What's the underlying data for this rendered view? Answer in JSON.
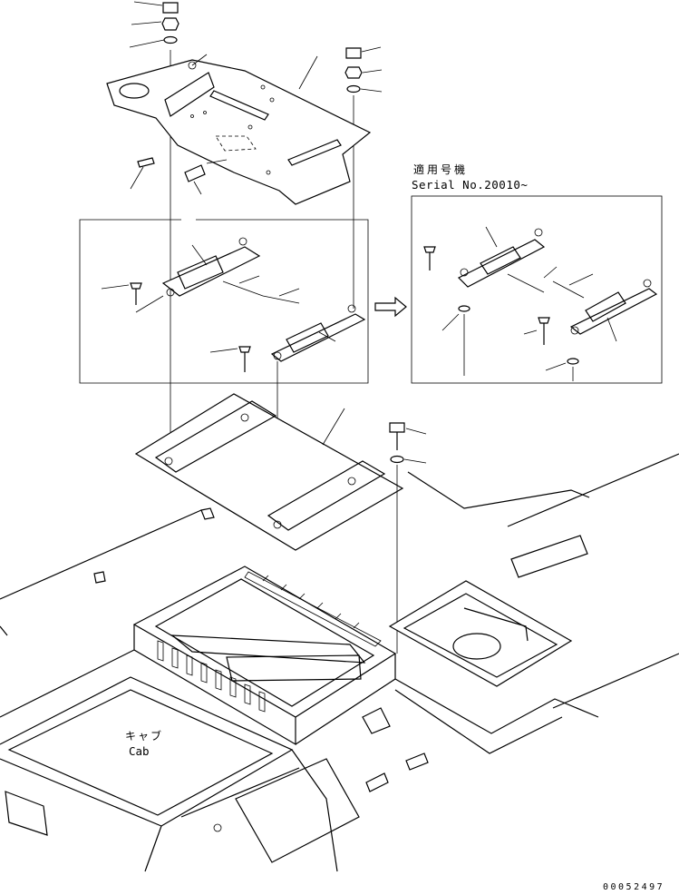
{
  "note": {
    "applicable_jp": "適用号機",
    "serial": "Serial No.20010~"
  },
  "cab": {
    "label_jp": "キャブ",
    "label_en": "Cab"
  },
  "document_number": "00052497"
}
